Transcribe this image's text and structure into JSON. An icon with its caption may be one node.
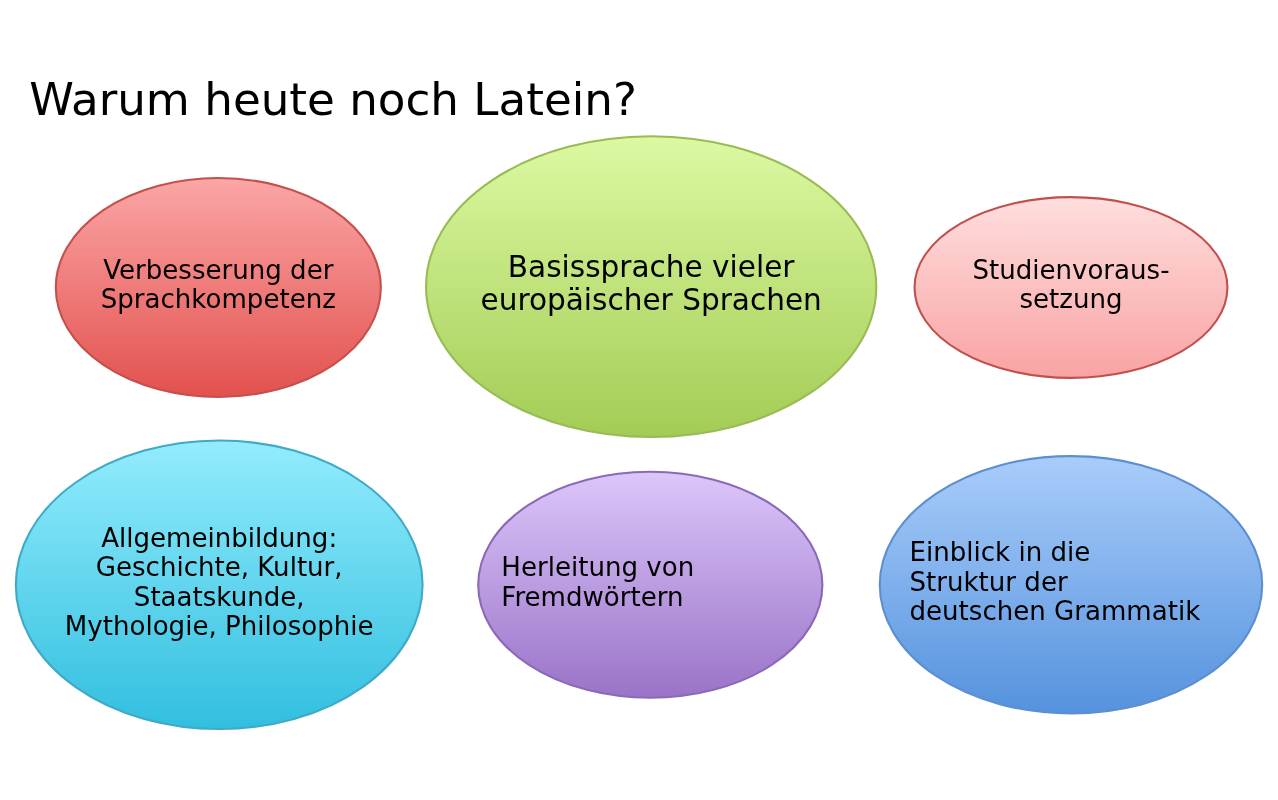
{
  "diagram": {
    "title": "Warum heute noch Latein?",
    "nodes": [
      {
        "text": [
          "Verbesserung der Sprachkompetenz"
        ]
      },
      {
        "text": [
          "Basissprache vieler europäischer Sprachen"
        ]
      },
      {
        "text": [
          "Studienvoraus- setzung"
        ]
      },
      {
        "text": [
          "Einblick in die Struktur der deutschen Grammatik"
        ]
      },
      {
        "text": [
          "Allgemeinbildung: Geschichte, Kultur, Staatskunde, Mythologie, Philosophie"
        ]
      },
      {
        "text": [
          "Herleitung von Fremdwörtern"
        ]
      }
    ]
  }
}
